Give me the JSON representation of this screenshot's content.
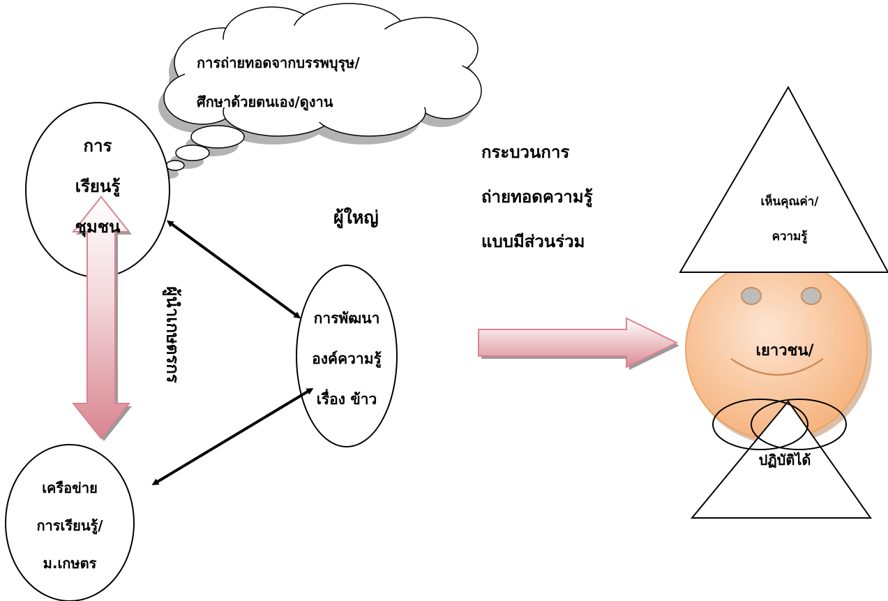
{
  "cloud": {
    "lines": [
      "การถ่ายทอดจากบรรพบุรุษ/",
      "ศึกษาด้วยตนเอง/ดูงาน"
    ]
  },
  "community_learning": {
    "lines": [
      "การ",
      "เรียนรู้",
      "ชุมชน"
    ]
  },
  "network": {
    "lines": [
      "เครือข่าย",
      "การเรียนรู้/",
      "ม.เกษตร"
    ]
  },
  "knowledge_dev": {
    "lines": [
      "การพัฒนา",
      "องค์ความรู้",
      "เรื่อง ข้าว"
    ]
  },
  "adults_label": "ผู้ใหญ่",
  "process": {
    "lines": [
      "กระบวนการ",
      "ถ่ายทอดความรู้",
      "แบบมีส่วนร่วม"
    ]
  },
  "vertical_label": "ผู้นำเกษตรกร",
  "figure": {
    "head_triangle": {
      "lines": [
        "เห็นคุณค่า/",
        "ความรู้"
      ]
    },
    "face_label": "เยาวชน/",
    "body_label": "ปฏิบัติได้"
  },
  "colors": {
    "face_fill": "#f9c79c",
    "arrow_pink": "#e8a3ab",
    "cloud_shadow": "#b3b3b3"
  }
}
